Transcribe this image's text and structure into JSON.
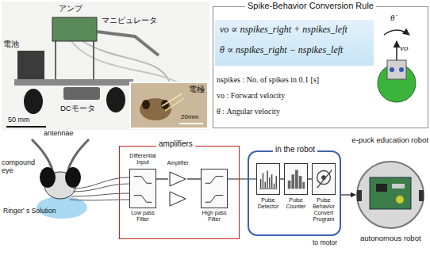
{
  "diagram": {
    "nodes": [
      {
        "text": [
          "Spike-Behavior Conversion Rule",
          "vo ∝ nspikes_right + nspikes_left",
          "θ ∝ nspikes_right − nspikes_left",
          "nspikes : No. of spikes in 0.1 [s]",
          "vo : Forward velocity",
          "θ̇ : Angular velocity"
        ]
      },
      {
        "text": [
          "amplifiers"
        ]
      },
      {
        "text": [
          "Differential Input",
          "Low pass Filter"
        ],
        "in": 1
      },
      {
        "text": [
          "Amplifier"
        ],
        "in": 1
      },
      {
        "text": [
          "High pass Filter"
        ],
        "in": 1
      },
      {
        "text": [
          "in the robot"
        ]
      },
      {
        "text": [
          "Pulse Detector"
        ],
        "in": 5
      },
      {
        "text": [
          "Pulse Counter"
        ],
        "in": 5
      },
      {
        "text": [
          "Pulse Behavior Convert Program"
        ],
        "in": 5
      },
      {
        "text": [
          "e-puck education robot"
        ]
      }
    ],
    "edges": [
      {
        "from": 2,
        "to": 3,
        "arrow": "none"
      },
      {
        "from": 3,
        "to": 4,
        "arrow": "none"
      },
      {
        "from": 4,
        "to": 6,
        "arrow": "none"
      },
      {
        "from": 6,
        "to": 7,
        "arrow": "none"
      },
      {
        "from": 7,
        "to": 8,
        "arrow": "none"
      },
      {
        "from": 5,
        "to": 9,
        "label": "to motor",
        "arrow": "to"
      }
    ],
    "labels": [
      "アンプ",
      "マニピュレータ",
      "電池",
      "DCモータ",
      "50 mm",
      "電極",
      "20mm",
      "θ̇",
      "vo",
      "antennae",
      "compound eye",
      "Ringer' s Solution",
      "autonomous robot"
    ]
  }
}
